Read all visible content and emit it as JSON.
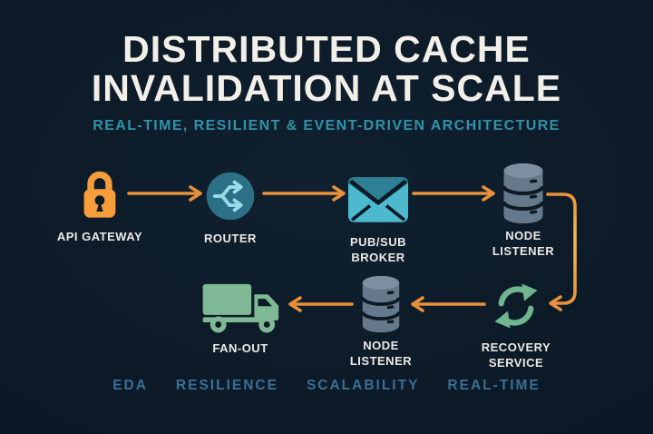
{
  "header": {
    "title_line1": "DISTRIBUTED CACHE",
    "title_line2": "INVALIDATION AT SCALE",
    "subtitle": "REAL-TIME, RESILIENT & EVENT-DRIVEN ARCHITECTURE"
  },
  "diagram": {
    "nodes": [
      {
        "label": "API GATEWAY",
        "icon": "lock-icon"
      },
      {
        "label": "ROUTER",
        "icon": "route-arrows-icon"
      },
      {
        "label": "PUB/SUB\nBROKER",
        "icon": "envelope-icon"
      },
      {
        "label": "NODE\nLISTENER",
        "icon": "database-icon"
      },
      {
        "label": "FAN-OUT",
        "icon": "truck-icon"
      },
      {
        "label": "NODE\nLISTENER",
        "icon": "database-icon"
      },
      {
        "label": "RECOVERY\nSERVICE",
        "icon": "sync-arrows-icon"
      }
    ],
    "flow_order": [
      "API GATEWAY",
      "ROUTER",
      "PUB/SUB BROKER",
      "NODE LISTENER",
      "RECOVERY SERVICE",
      "NODE LISTENER",
      "FAN-OUT"
    ]
  },
  "footer": {
    "tags": [
      "EDA",
      "RESILIENCE",
      "SCALABILITY",
      "REAL-TIME"
    ]
  },
  "colors": {
    "background": "#0c1926",
    "title": "#f2efe9",
    "subtitle_teal": "#2e93a9",
    "label": "#ece9e4",
    "arrow_orange": "#e8913a",
    "arrow_yellow": "#f2bb4a",
    "lock_orange": "#f49d3a",
    "router_teal": "#2b7084",
    "envelope_teal": "#4cb9ce",
    "database_gray": "#66798a",
    "truck_green": "#7fb894",
    "sync_green": "#6fb58e",
    "footer_tag_blue": "#3a6f96"
  }
}
